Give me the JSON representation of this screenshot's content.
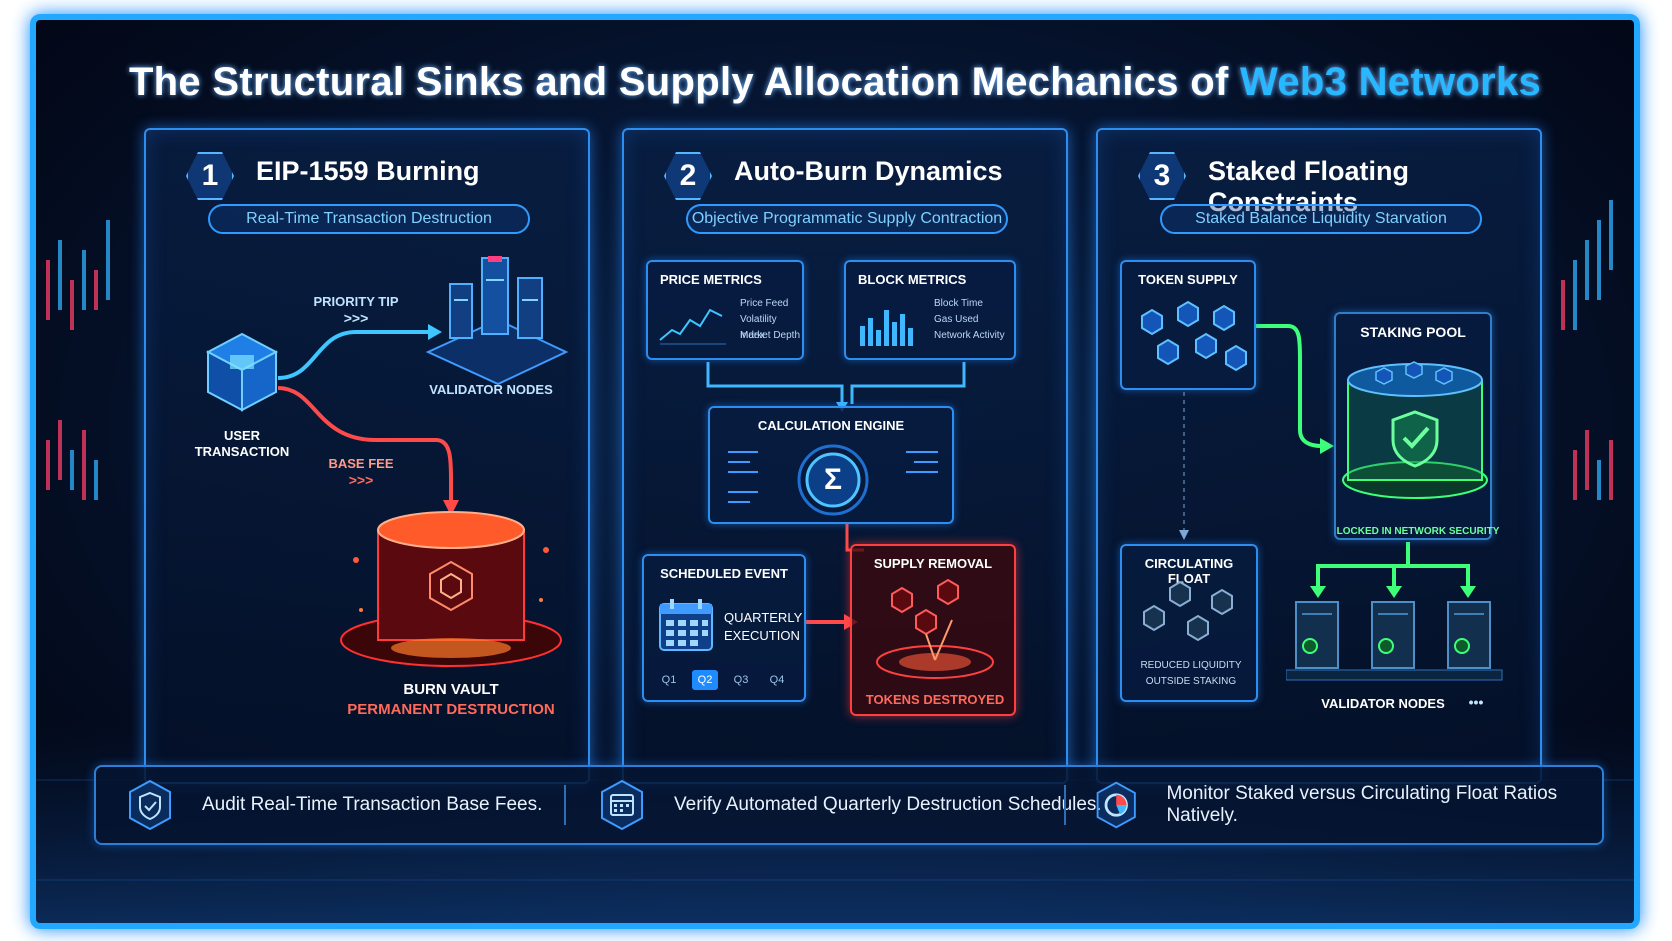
{
  "title": {
    "prefix": "The Structural Sinks and Supply Allocation Mechanics of ",
    "highlight": "Web3 Networks"
  },
  "panels": [
    {
      "number": "1",
      "title": "EIP-1559 Burning",
      "subtitle": "Real-Time Transaction Destruction",
      "labels": {
        "priority_tip": "PRIORITY TIP",
        "chevrons": ">>>",
        "validator_nodes": "VALIDATOR NODES",
        "user_transaction_1": "USER",
        "user_transaction_2": "TRANSACTION",
        "base_fee": "BASE FEE",
        "burn_vault": "BURN VAULT",
        "permanent_destruction": "PERMANENT DESTRUCTION"
      }
    },
    {
      "number": "2",
      "title": "Auto-Burn Dynamics",
      "subtitle": "Objective Programmatic Supply Contraction",
      "price_metrics": {
        "title": "PRICE METRICS",
        "items": [
          "Price Feed",
          "Volatility Index",
          "Market Depth"
        ]
      },
      "block_metrics": {
        "title": "BLOCK METRICS",
        "items": [
          "Block Time",
          "Gas Used",
          "Network Activity"
        ]
      },
      "engine": {
        "title": "CALCULATION ENGINE",
        "symbol": "Σ"
      },
      "scheduled": {
        "title": "SCHEDULED EVENT",
        "line1": "QUARTERLY",
        "line2": "EXECUTION",
        "quarters": [
          "Q1",
          "Q2",
          "Q3",
          "Q4"
        ],
        "selected": "Q2"
      },
      "removal": {
        "title": "SUPPLY REMOVAL",
        "caption": "TOKENS DESTROYED"
      }
    },
    {
      "number": "3",
      "title": "Staked Floating Constraints",
      "subtitle": "Staked Balance Liquidity Starvation",
      "token_supply": "TOKEN SUPPLY",
      "staking_pool": "STAKING POOL",
      "locked": "LOCKED IN NETWORK SECURITY",
      "circulating": {
        "title": "CIRCULATING FLOAT",
        "line1": "REDUCED LIQUIDITY",
        "line2": "OUTSIDE STAKING"
      },
      "validator_nodes": "VALIDATOR NODES",
      "ellipsis": "•••"
    }
  ],
  "footer": [
    {
      "icon": "shield-check-icon",
      "text": "Audit Real-Time Transaction Base Fees."
    },
    {
      "icon": "calendar-icon",
      "text": "Verify Automated Quarterly Destruction Schedules."
    },
    {
      "icon": "pie-chart-icon",
      "text": "Monitor Staked versus Circulating Float Ratios Natively."
    }
  ],
  "colors": {
    "accent": "#28b8ff",
    "burn": "#ff3f3f",
    "stake": "#3dff7a",
    "border": "#2c8ef0"
  }
}
